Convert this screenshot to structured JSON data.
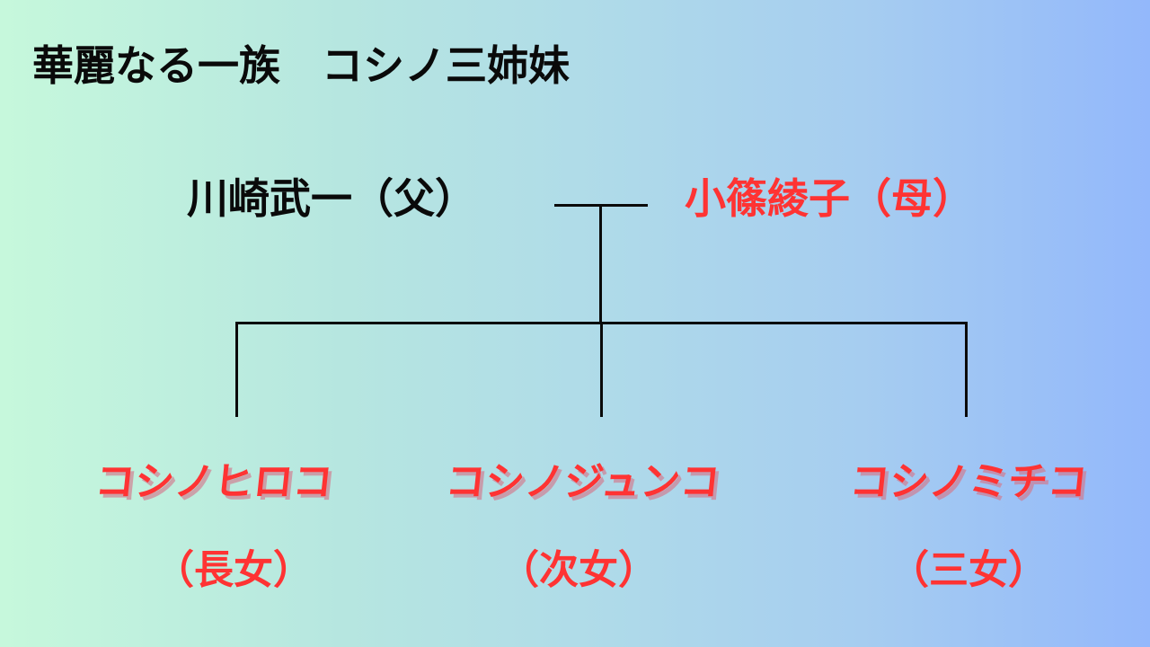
{
  "title": "華麗なる一族　コシノ三姉妹",
  "parents": {
    "father": {
      "name": "川崎武一（父）",
      "color": "#0a0a0a"
    },
    "mother": {
      "name": "小篠綾子（母）",
      "color": "#ff3333"
    }
  },
  "children": [
    {
      "name": "コシノヒロコ",
      "role": "（長女）"
    },
    {
      "name": "コシノジュンコ",
      "role": "（次女）"
    },
    {
      "name": "コシノミチコ",
      "role": "（三女）"
    }
  ],
  "colors": {
    "accent": "#ff3333",
    "text": "#0a0a0a",
    "line": "#0a0a0a",
    "background_left": "#c6f8dc",
    "background_mid": "#b0dce8",
    "background_right": "#93b8fb"
  }
}
